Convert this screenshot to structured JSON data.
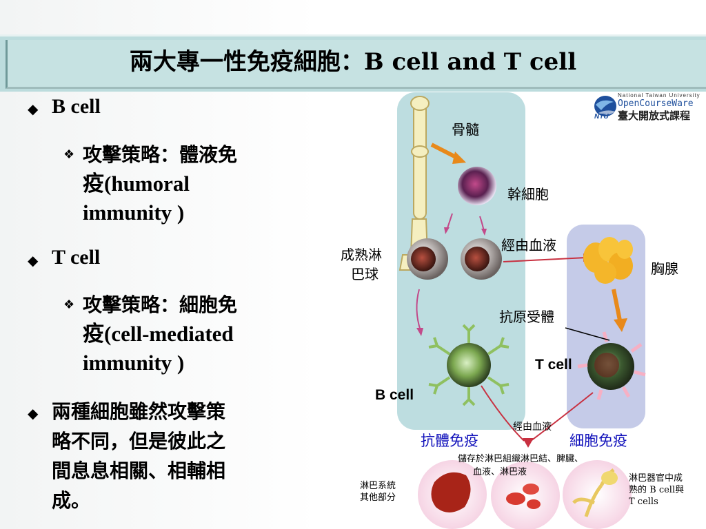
{
  "title": "兩大專一性免疫細胞：B cell and T cell",
  "logo": {
    "line1": "National Taiwan University",
    "line2": "OpenCourseWare",
    "line3": "臺大開放式課程",
    "mark": "NTU"
  },
  "bullets": {
    "b_cell": "B cell",
    "b_strategy": [
      "攻擊策略：體液免",
      "疫(humoral",
      "immunity )"
    ],
    "t_cell": "T cell",
    "t_strategy": [
      "攻擊策略：細胞免",
      "疫(cell-mediated",
      "immunity )"
    ],
    "summary": [
      "兩種細胞雖然攻擊策",
      "略不同，但是彼此之",
      "間息息相關、相輔相",
      "成。"
    ]
  },
  "diagram": {
    "bone_marrow": "骨髓",
    "stem_cell": "幹細胞",
    "mature_lymph": [
      "成熟淋",
      "巴球"
    ],
    "via_blood_1": "經由血液",
    "thymus": "胸腺",
    "antigen_receptor": "抗原受體",
    "t_cell": "T cell",
    "b_cell": "B cell",
    "via_blood_2": "經由血液",
    "humoral": "抗體免疫",
    "cellular": "細胞免疫",
    "storage": [
      "儲存於淋巴組織淋巴結、脾臟、",
      "血液、淋巴液"
    ],
    "lymph_other": [
      "淋巴系統",
      "其他部分"
    ],
    "mature_cells": [
      "淋巴器官中成",
      "熟的 B cell與",
      "T cells"
    ]
  },
  "colors": {
    "title_bar": "#c6e2e2",
    "panel": "#bddde0",
    "thymus_panel": "#c5cbe8",
    "blue_label": "#1111bb",
    "arrow_orange": "#e8891a",
    "arrow_red": "#c83040"
  }
}
